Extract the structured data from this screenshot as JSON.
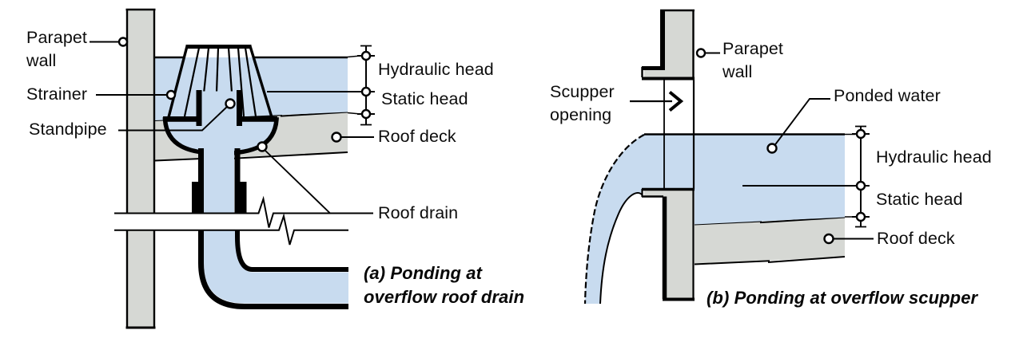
{
  "figure": {
    "colors": {
      "water": "#c8dbef",
      "concrete": "#d6d8d4",
      "line": "#000000",
      "background": "#ffffff"
    },
    "panel_a": {
      "labels": {
        "parapet_wall": "Parapet wall",
        "strainer": "Strainer",
        "standpipe": "Standpipe",
        "hydraulic_head": "Hydraulic head",
        "static_head": "Static head",
        "roof_deck": "Roof deck",
        "roof_drain": "Roof drain"
      },
      "caption": "(a) Ponding at overflow roof drain"
    },
    "panel_b": {
      "labels": {
        "scupper_opening": "Scupper opening",
        "parapet_wall": "Parapet wall",
        "ponded_water": "Ponded water",
        "hydraulic_head": "Hydraulic head",
        "static_head": "Static head",
        "roof_deck": "Roof deck"
      },
      "caption": "(b) Ponding at overflow scupper"
    }
  }
}
